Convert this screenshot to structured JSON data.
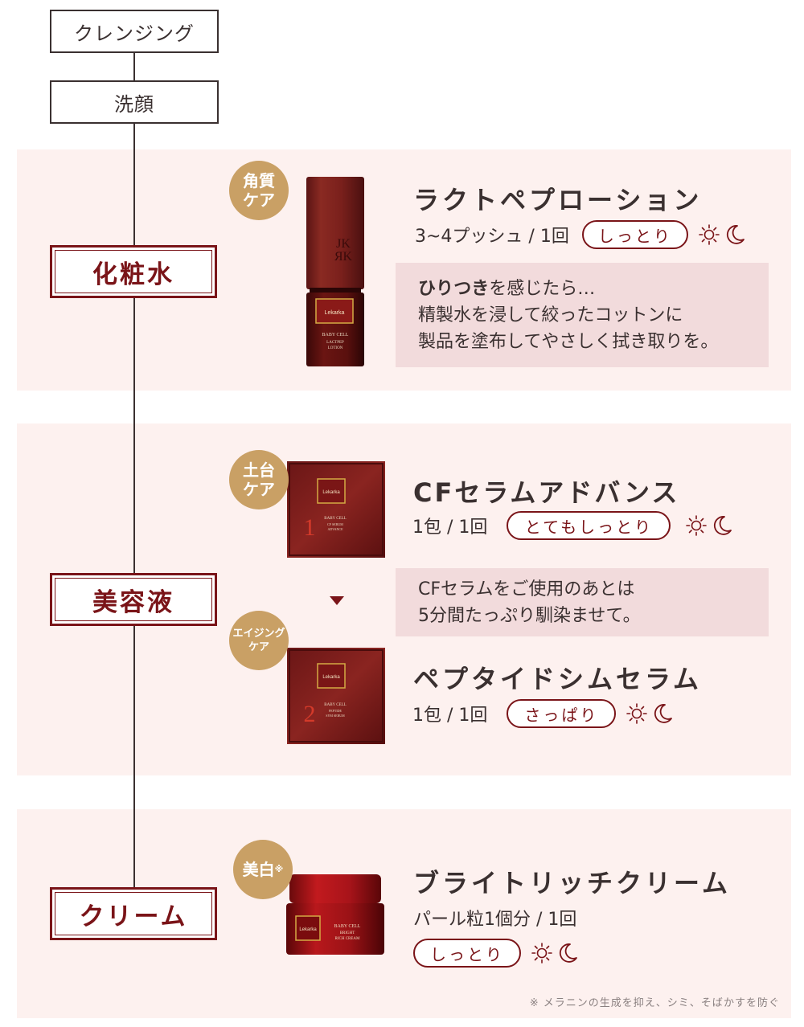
{
  "steps": {
    "cleansing": "クレンジング",
    "face_wash": "洗顔"
  },
  "categories": {
    "lotion": "化粧水",
    "serum": "美容液",
    "cream": "クリーム"
  },
  "lotion_section": {
    "badge_line1": "角質",
    "badge_line2": "ケア",
    "product_name": "ラクトペプローション",
    "usage": "3~4プッシュ / 1回",
    "texture": "しっとり",
    "note_bold": "ひりつき",
    "note_rest": "を感じたら…",
    "note_line2": "精製水を浸して絞ったコットンに",
    "note_line3": "製品を塗布してやさしく拭き取りを。",
    "package": {
      "monogram": "JK\nЯK",
      "brand": "Lekarka",
      "line": "BABY CELL",
      "name1": "LACTPEP",
      "name2": "LOTION"
    }
  },
  "serum_section": {
    "product1": {
      "badge_line1": "土台",
      "badge_line2": "ケア",
      "name": "CFセラムアドバンス",
      "usage": "1包 / 1回",
      "texture": "とてもしっとり",
      "package": {
        "brand": "Lekarka",
        "number": "1",
        "line": "BABY CELL",
        "name1": "CF SERUM",
        "name2": "ADVANCE"
      }
    },
    "note_line1": "CFセラムをご使用のあとは",
    "note_line2": "5分間たっぷり馴染ませて。",
    "product2": {
      "badge_line1": "エイジング",
      "badge_line2": "ケア",
      "name": "ペプタイドシムセラム",
      "usage": "1包 / 1回",
      "texture": "さっぱり",
      "package": {
        "brand": "Lekarka",
        "number": "2",
        "line": "BABY CELL",
        "name1": "PEPTIDE",
        "name2": "SYM SERUM"
      }
    }
  },
  "cream_section": {
    "badge_text": "美白",
    "badge_mark": "※",
    "product_name": "ブライトリッチクリーム",
    "usage": "パール粒1個分 / 1回",
    "texture": "しっとり",
    "footnote": "※ メラニンの生成を抑え、シミ、そばかすを防ぐ",
    "package": {
      "brand": "Lekarka",
      "line": "BABY CELL",
      "name1": "BRIGHT",
      "name2": "RICH CREAM"
    }
  },
  "icons": [
    "sun-icon",
    "moon-icon"
  ],
  "colors": {
    "accent": "#7a1418",
    "gold": "#c9a065",
    "section_bg": "#fdf1ef",
    "note_bg": "#f2dbdc",
    "text": "#3a3030"
  }
}
